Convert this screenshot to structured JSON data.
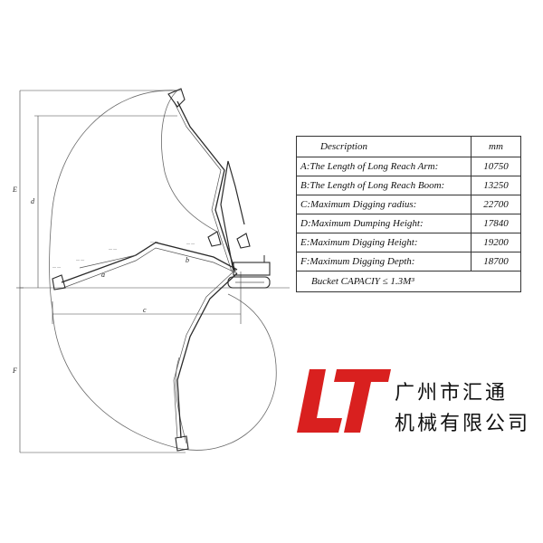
{
  "table": {
    "header": {
      "description": "Description",
      "unit": "mm"
    },
    "rows": [
      {
        "label": "A:The Length of Long Reach Arm:",
        "value": "10750"
      },
      {
        "label": "B:The Length of Long Reach Boom:",
        "value": "13250"
      },
      {
        "label": "C:Maximum Digging radius:",
        "value": "22700"
      },
      {
        "label": "D:Maximum Dumping Height:",
        "value": "17840"
      },
      {
        "label": "E:Maximum Digging Height:",
        "value": "19200"
      },
      {
        "label": "F:Maximum Digging Depth:",
        "value": "18700"
      }
    ],
    "bucket": "Bucket CAPACIY ≤ 1.3M³"
  },
  "dimension_labels": {
    "a": "a",
    "b": "b",
    "c": "c",
    "d": "d",
    "e": "E",
    "f": "F"
  },
  "logo": {
    "mark": "LT",
    "color": "#d9201f"
  },
  "company": {
    "line1": "广州市汇通",
    "line2": "机械有限公司"
  }
}
